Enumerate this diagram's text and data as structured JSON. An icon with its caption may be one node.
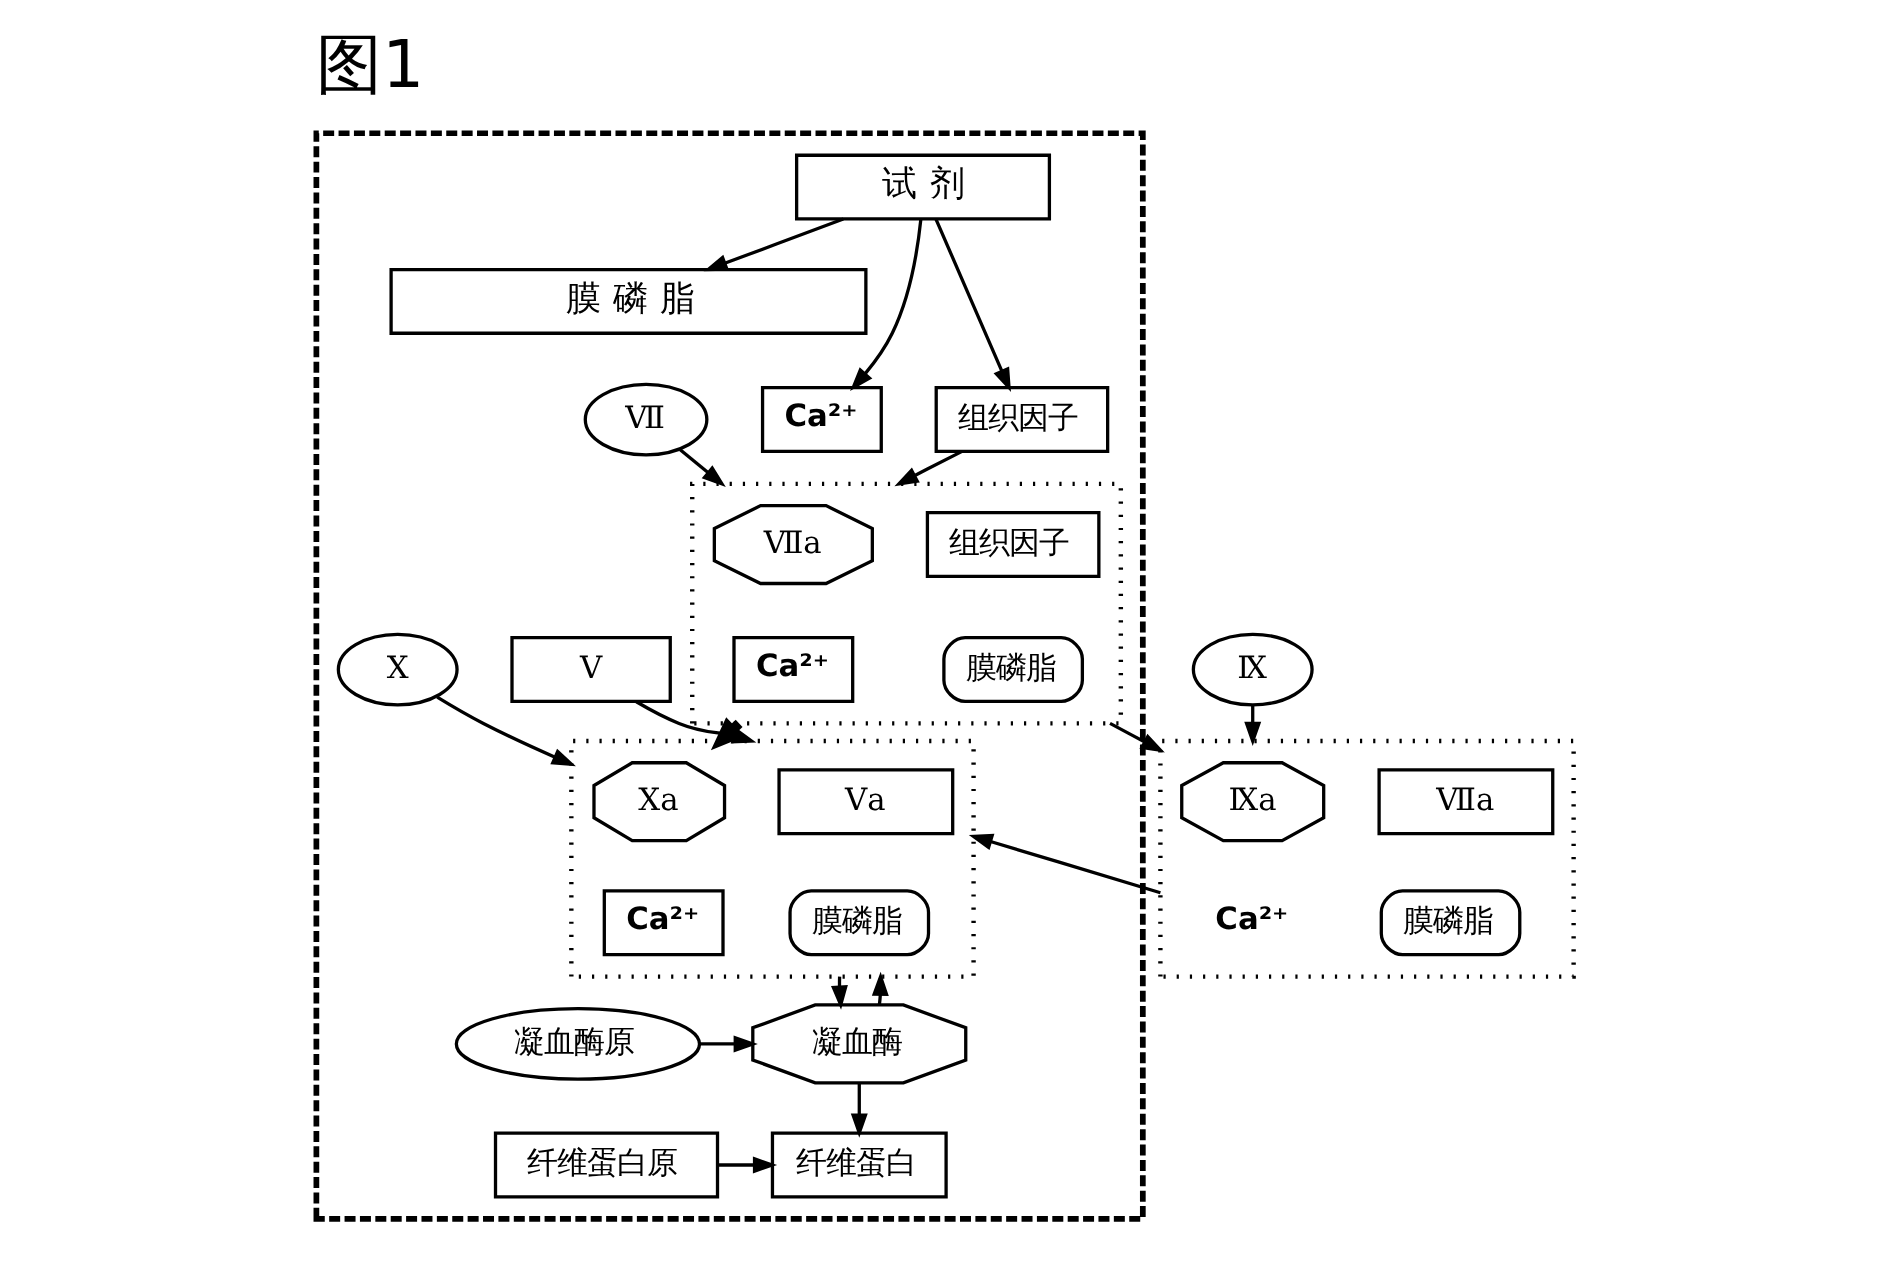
{
  "diagram": {
    "title": "图1",
    "nodes": [
      {
        "text": [],
        "shape": "box"
      },
      {
        "text": [
          "试 剂"
        ],
        "in": 0
      },
      {
        "text": [
          "膜 磷 脂"
        ],
        "in": 0
      },
      {
        "text": [
          "Ca²⁺"
        ],
        "in": 0
      },
      {
        "text": [
          "组织因子"
        ],
        "in": 0
      },
      {
        "text": [
          "Ⅶ"
        ],
        "in": 0
      },
      {
        "text": [],
        "shape": "box",
        "in": 0
      },
      {
        "text": [
          "Ⅶa"
        ],
        "in": 6
      },
      {
        "text": [
          "组织因子"
        ],
        "in": 6
      },
      {
        "text": [
          "Ca²⁺"
        ],
        "in": 6
      },
      {
        "text": [
          "膜磷脂"
        ],
        "in": 6
      },
      {
        "text": [
          "Ⅸ"
        ]
      },
      {
        "text": [],
        "shape": "box"
      },
      {
        "text": [
          "Ⅸa"
        ],
        "in": 12
      },
      {
        "text": [
          "Ⅶa"
        ],
        "in": 12
      },
      {
        "text": [
          "Ca²⁺"
        ],
        "in": 12
      },
      {
        "text": [
          "膜磷脂"
        ],
        "in": 12
      },
      {
        "text": [
          "Ⅹ"
        ],
        "in": 0
      },
      {
        "text": [],
        "shape": "box",
        "in": 0
      },
      {
        "text": [
          "Ⅹa"
        ],
        "in": 18
      },
      {
        "text": [
          "Ⅴa"
        ],
        "in": 18
      },
      {
        "text": [
          "Ca²⁺"
        ],
        "in": 18
      },
      {
        "text": [
          "膜磷脂"
        ],
        "in": 18
      },
      {
        "text": [
          "Ⅴ"
        ],
        "in": 0
      },
      {
        "text": [
          "凝血酶原"
        ],
        "in": 0
      },
      {
        "text": [
          "凝血酶"
        ],
        "in": 0
      },
      {
        "text": [
          "纤维蛋白原"
        ],
        "in": 0
      },
      {
        "text": [
          "纤维蛋白"
        ],
        "in": 0
      }
    ],
    "edges": [
      {
        "from": 1,
        "to": 2,
        "arrow": "to"
      },
      {
        "from": 1,
        "to": 3,
        "arrow": "to"
      },
      {
        "from": 1,
        "to": 4,
        "arrow": "to"
      },
      {
        "from": 4,
        "to": 6,
        "arrow": "to"
      },
      {
        "from": 5,
        "to": 6,
        "arrow": "to"
      },
      {
        "from": 6,
        "to": 12,
        "arrow": "to"
      },
      {
        "from": 11,
        "to": 12,
        "arrow": "to"
      },
      {
        "from": 6,
        "to": 18,
        "arrow": "to",
        "style": "thick"
      },
      {
        "from": 12,
        "to": 18,
        "arrow": "to"
      },
      {
        "from": 17,
        "to": 18,
        "arrow": "to"
      },
      {
        "from": 23,
        "to": 18,
        "arrow": "to"
      },
      {
        "from": 18,
        "to": 25,
        "arrow": "to"
      },
      {
        "from": 24,
        "to": 25,
        "arrow": "to"
      },
      {
        "from": 25,
        "to": 18,
        "arrow": "to"
      },
      {
        "from": 25,
        "to": 27,
        "arrow": "to"
      },
      {
        "from": 26,
        "to": 27,
        "arrow": "to"
      }
    ]
  }
}
